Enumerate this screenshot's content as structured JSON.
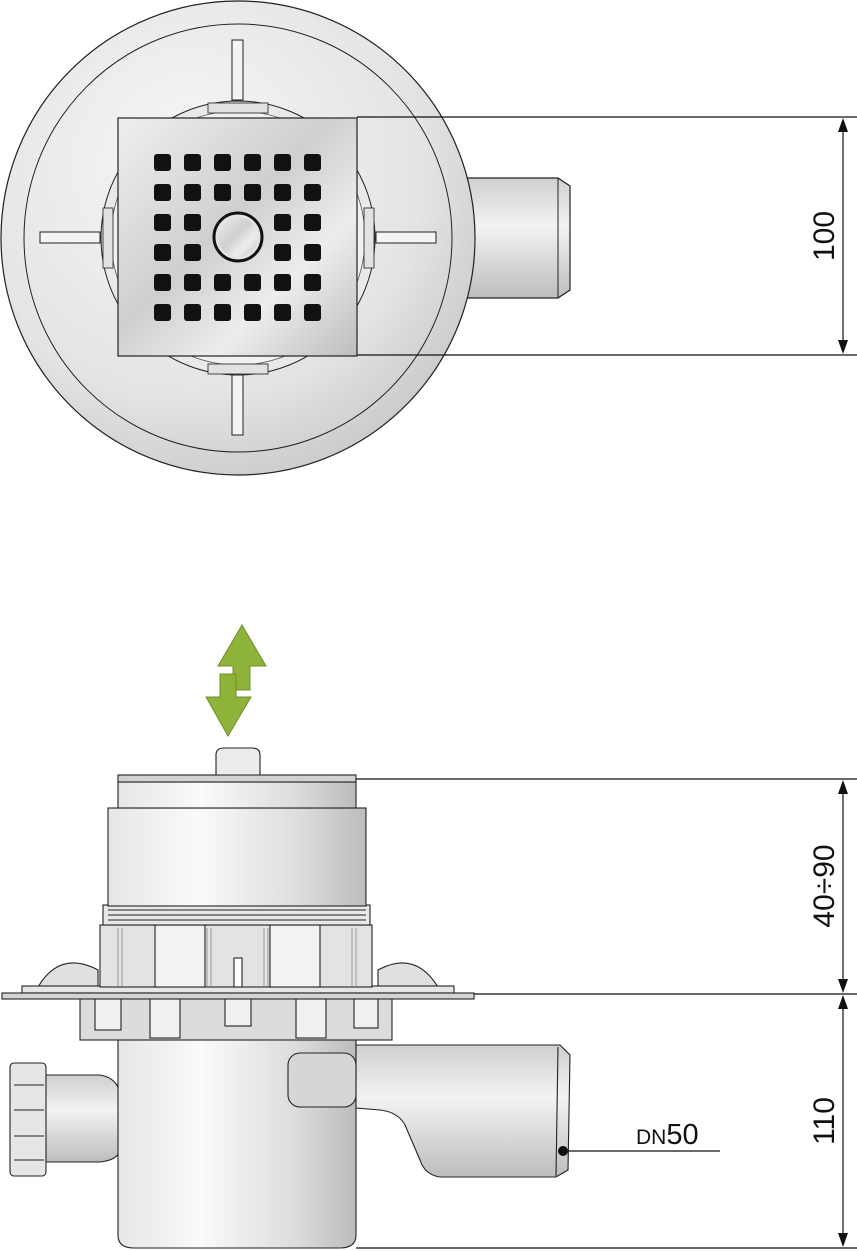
{
  "dimensions": {
    "grate_width": "100",
    "height_adjustment": "40÷90",
    "body_height": "110",
    "outlet_label_prefix": "DN",
    "outlet_label_size": "50"
  },
  "colors": {
    "arrow": "#8db33a",
    "outline": "#222222",
    "body_light": "#f2f2f2",
    "body_mid": "#d9d9d9",
    "body_dark": "#b8b8b8",
    "grate": "#d0d0d0",
    "grate_hole": "#111111"
  },
  "icons": {
    "adjust": "up-down-arrow-icon"
  }
}
